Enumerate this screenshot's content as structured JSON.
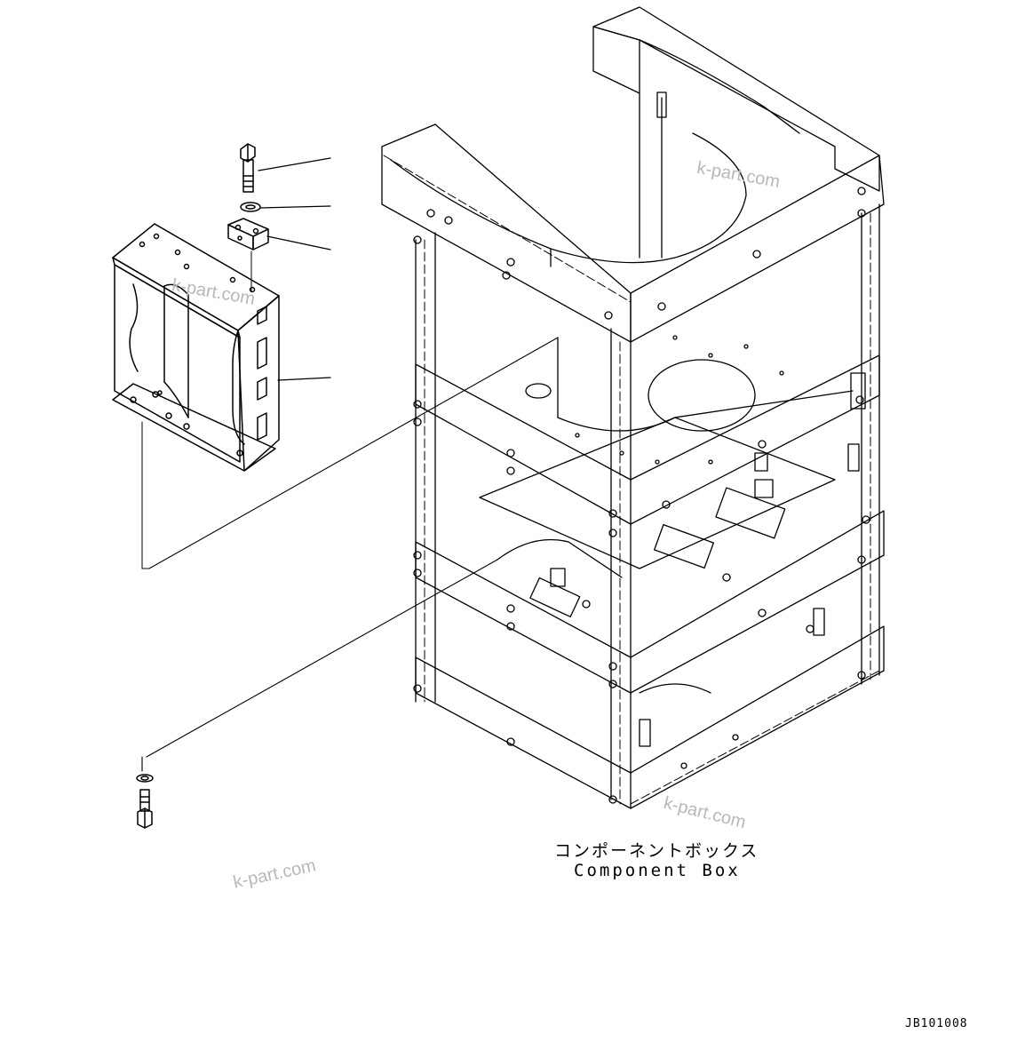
{
  "labels": {
    "component_box_jp": "コンポーネントボックス",
    "component_box_en": "Component Box",
    "drawing_code": "JB101008"
  },
  "watermarks": [
    "k-part.com",
    "k-part.com",
    "k-part.com",
    "k-part.com"
  ],
  "colors": {
    "line": "#000000",
    "watermark": "#b8b8b8",
    "background": "#ffffff"
  }
}
